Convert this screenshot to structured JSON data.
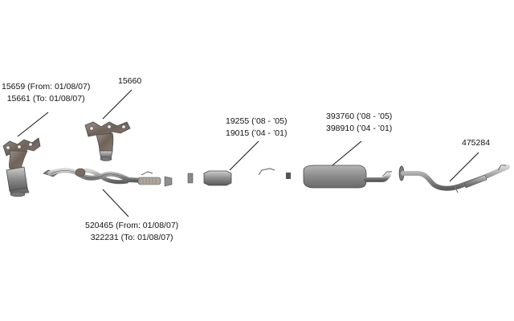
{
  "labels": {
    "manifold_front": {
      "line1": "15659 (From: 01/08/07)",
      "line2": "15661 (To: 01/08/07)"
    },
    "manifold_rear": {
      "line1": "15660"
    },
    "front_pipe": {
      "line1": "520465 (From: 01/08/07)",
      "line2": "322231 (To: 01/08/07)"
    },
    "converter": {
      "line1": "19255 (’08 - ’05)",
      "line2": "19015 (’04 - ’01)"
    },
    "muffler": {
      "line1": "393760 (’08 - ’05)",
      "line2": "398910 (’04 - ’01)"
    },
    "tailpipe": {
      "line1": "475284"
    }
  },
  "colors": {
    "metal_dark": "#5a5a5a",
    "metal_mid": "#8e8e8e",
    "metal_light": "#c4c4c4",
    "leader": "#111111"
  }
}
